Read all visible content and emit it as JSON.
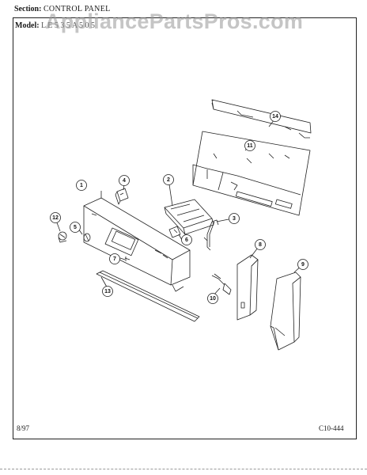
{
  "header": {
    "section_label": "Section:",
    "section_value": "CONTROL PANEL",
    "model_label": "Model:",
    "model_value": "L E 5 3 5 A 5 0 5"
  },
  "watermark": "AppliancePartsPros.com",
  "footer": {
    "date": "8/97",
    "code": "C10-444"
  },
  "callouts": [
    "1",
    "2",
    "3",
    "4",
    "5",
    "6",
    "7",
    "8",
    "9",
    "10",
    "11",
    "12",
    "13",
    "14"
  ],
  "colors": {
    "line": "#222222",
    "paper": "#ffffff",
    "watermark": "#969696"
  }
}
